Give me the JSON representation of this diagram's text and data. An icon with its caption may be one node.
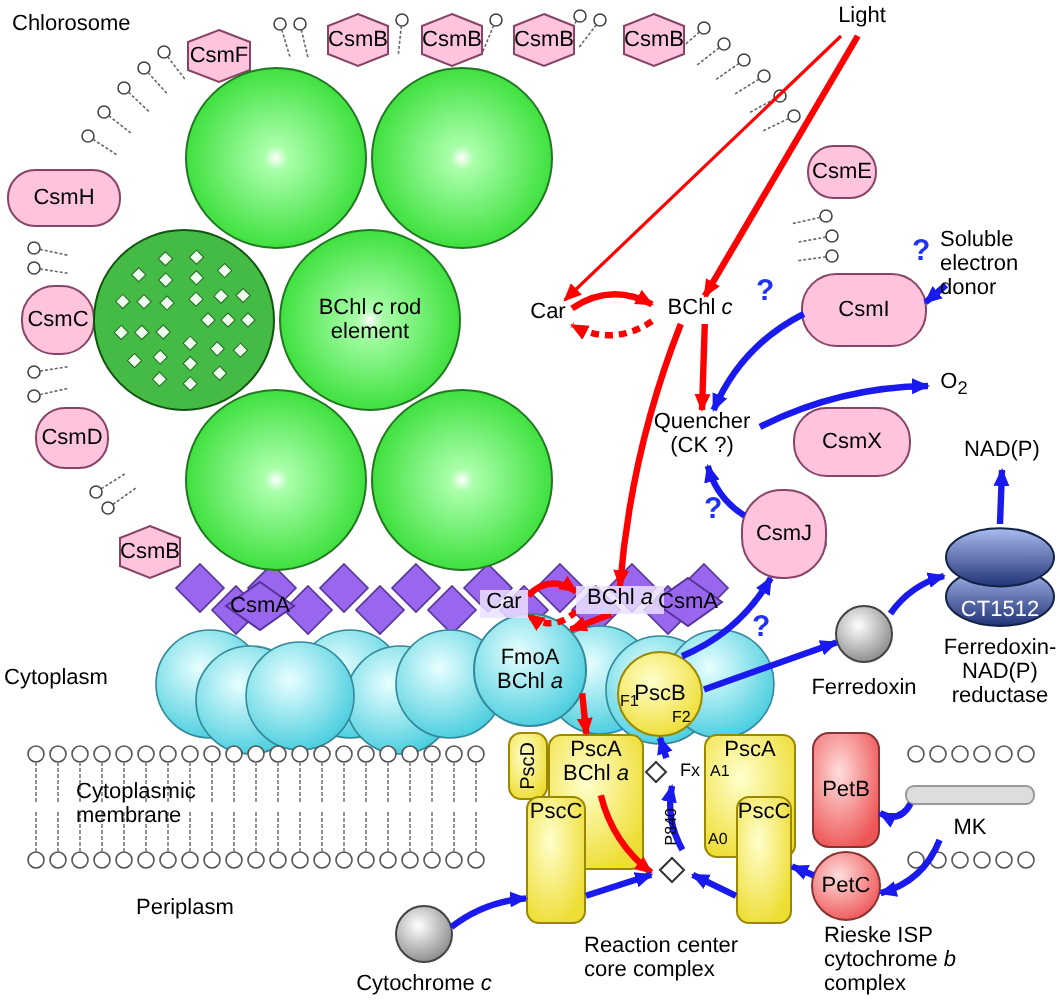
{
  "diagram": {
    "nodes": [
      {
        "text": [
          "Light"
        ]
      },
      {
        "text": [
          "CsmF"
        ]
      },
      {
        "text": [
          "CsmB"
        ]
      },
      {
        "text": [
          "CsmB"
        ]
      },
      {
        "text": [
          "CsmB"
        ]
      },
      {
        "text": [
          "CsmB"
        ]
      },
      {
        "text": [
          "CsmH"
        ]
      },
      {
        "text": [
          "CsmC"
        ]
      },
      {
        "text": [
          "CsmD"
        ]
      },
      {
        "text": [
          "CsmB"
        ]
      },
      {
        "text": [
          "CsmE"
        ]
      },
      {
        "text": [],
        "shape": "circle"
      },
      {
        "text": [],
        "shape": "circle"
      },
      {
        "text": [],
        "shape": "circle"
      },
      {
        "text": [
          "BChl *c* rod element"
        ]
      },
      {
        "text": [],
        "shape": "circle"
      },
      {
        "text": [],
        "shape": "circle"
      },
      {
        "text": [
          "Car"
        ]
      },
      {
        "text": [
          "BChl *c*"
        ]
      },
      {
        "text": [
          "Soluble electron donor"
        ]
      },
      {
        "text": [
          "CsmI"
        ]
      },
      {
        "text": [
          "Quencher (CK ?)"
        ]
      },
      {
        "text": [
          "O$_{2}$"
        ]
      },
      {
        "text": [
          "CsmX"
        ]
      },
      {
        "text": [
          "CsmJ"
        ]
      },
      {
        "text": [
          "NAD(P)"
        ]
      },
      {
        "text": [
          "CT1512"
        ],
        "beside": [
          "Ferredoxin-NAD(P) reductase"
        ]
      },
      {
        "text": [
          "CsmA"
        ]
      },
      {
        "text": [
          "Car"
        ]
      },
      {
        "text": [
          "BChl *a*"
        ]
      },
      {
        "text": [
          "CsmA"
        ]
      },
      {
        "text": [
          "FmoA",
          "BChl *a*"
        ]
      },
      {
        "text": [
          "PscB",
          "F1",
          "F2"
        ]
      },
      {
        "text": [
          "Ferredoxin"
        ]
      },
      {
        "text": [
          "PscD"
        ]
      },
      {
        "text": [
          "PscA",
          "BChl *a*"
        ]
      },
      {
        "text": [
          "PscA"
        ]
      },
      {
        "text": [
          "Fx"
        ]
      },
      {
        "text": [
          "P840"
        ]
      },
      {
        "text": [
          "PscC"
        ]
      },
      {
        "text": [
          "PscC"
        ]
      },
      {
        "text": [
          "PetB"
        ]
      },
      {
        "text": [
          "PetC"
        ]
      },
      {
        "text": [
          "MK"
        ]
      },
      {
        "text": [
          "Cytochrome *c*"
        ]
      }
    ],
    "edges": [
      {
        "from": 0,
        "to": 17,
        "arrow": "to",
        "color": "#ff0000"
      },
      {
        "from": 0,
        "to": 18,
        "arrow": "to",
        "color": "#ff0000"
      },
      {
        "from": 17,
        "to": 18,
        "arrow": "to",
        "color": "#ff0000"
      },
      {
        "from": 18,
        "to": 17,
        "arrow": "to",
        "style": "dashed",
        "color": "#ff0000"
      },
      {
        "from": 18,
        "to": 21,
        "arrow": "to",
        "color": "#ff0000"
      },
      {
        "from": 18,
        "to": 29,
        "arrow": "to",
        "color": "#ff0000"
      },
      {
        "from": 28,
        "to": 29,
        "arrow": "to",
        "color": "#ff0000"
      },
      {
        "from": 29,
        "to": 28,
        "arrow": "to",
        "style": "dashed",
        "color": "#ff0000"
      },
      {
        "from": 29,
        "to": 31,
        "arrow": "to",
        "color": "#ff0000"
      },
      {
        "from": 31,
        "to": 35,
        "arrow": "to",
        "color": "#ff0000"
      },
      {
        "from": 35,
        "to": 38,
        "arrow": "to",
        "color": "#ff0000"
      },
      {
        "from": 38,
        "to": 37,
        "arrow": "to"
      },
      {
        "from": 37,
        "to": 32,
        "arrow": "to"
      },
      {
        "from": 32,
        "to": 24,
        "arrow": "to"
      },
      {
        "from": 32,
        "to": 33,
        "arrow": "to"
      },
      {
        "from": 33,
        "to": 26,
        "arrow": "to"
      },
      {
        "from": 26,
        "to": 25,
        "arrow": "to"
      },
      {
        "from": 19,
        "to": 20,
        "arrow": "to"
      },
      {
        "from": 20,
        "to": 21,
        "arrow": "to"
      },
      {
        "from": 21,
        "to": 22,
        "arrow": "to"
      },
      {
        "from": 24,
        "to": 21,
        "arrow": "to"
      },
      {
        "from": 44,
        "to": 39,
        "arrow": "to"
      },
      {
        "from": 39,
        "to": 38,
        "arrow": "to"
      },
      {
        "from": 40,
        "to": 38,
        "arrow": "to"
      },
      {
        "from": 42,
        "to": 40,
        "arrow": "to"
      },
      {
        "from": 43,
        "to": 41,
        "arrow": "to"
      },
      {
        "from": 43,
        "to": 42,
        "arrow": "to"
      }
    ],
    "labels": [
      "Chlorosome",
      "?",
      "?",
      "?",
      "?",
      "Cytoplasm",
      "A1",
      "A0",
      "Cytoplasmic membrane",
      "Periplasm",
      "Reaction center core complex",
      "Rieske ISP cytochrome *b* complex"
    ]
  }
}
